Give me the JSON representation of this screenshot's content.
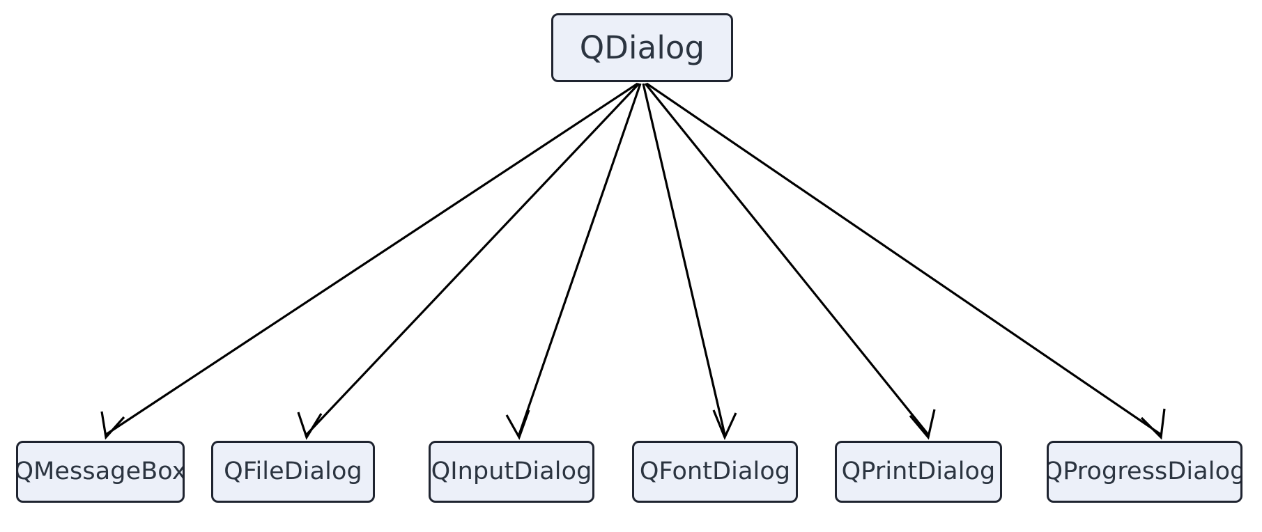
{
  "diagram": {
    "type": "class-hierarchy-tree",
    "title": "QDialog",
    "direction": "top-down",
    "background_color": "#ffffff",
    "node_fill_color": "#ecf0f9",
    "node_border_color": "#1f2430",
    "node_text_color": "#2b3440",
    "edge_color": "#000000",
    "root": {
      "label": "QDialog"
    },
    "children": [
      {
        "label": "QMessageBox"
      },
      {
        "label": "QFileDialog"
      },
      {
        "label": "QInputDialog"
      },
      {
        "label": "QFontDialog"
      },
      {
        "label": "QPrintDialog"
      },
      {
        "label": "QProgressDialog"
      }
    ],
    "edges": [
      {
        "from": "QDialog",
        "to": "QMessageBox",
        "arrow": "open-barb"
      },
      {
        "from": "QDialog",
        "to": "QFileDialog",
        "arrow": "open-barb"
      },
      {
        "from": "QDialog",
        "to": "QInputDialog",
        "arrow": "open-barb"
      },
      {
        "from": "QDialog",
        "to": "QFontDialog",
        "arrow": "open-barb"
      },
      {
        "from": "QDialog",
        "to": "QPrintDialog",
        "arrow": "open-barb"
      },
      {
        "from": "QDialog",
        "to": "QProgressDialog",
        "arrow": "open-barb"
      }
    ]
  }
}
